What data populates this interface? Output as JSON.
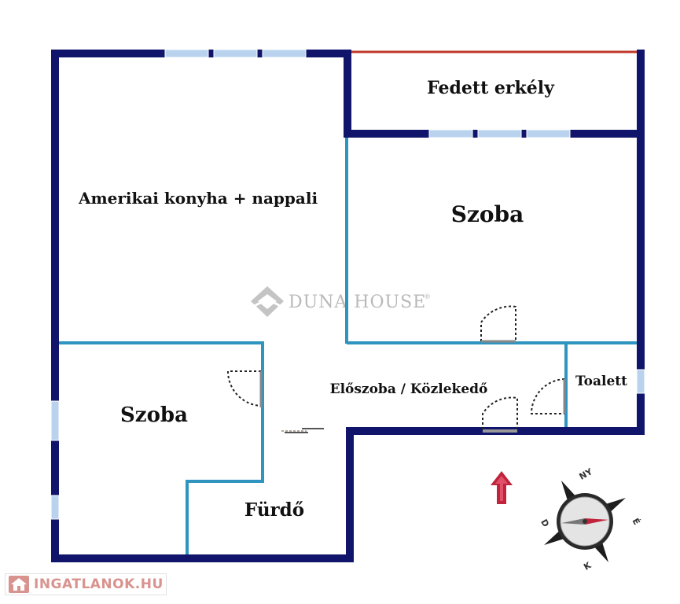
{
  "rooms": {
    "covered_balcony": "Fedett erkély",
    "kitchen_living": "Amerikai konyha + nappali",
    "bedroom_right": "Szoba",
    "bedroom_left": "Szoba",
    "hallway": "Előszoba / Közlekedő",
    "toilet": "Toalett",
    "bathroom": "Fürdő"
  },
  "watermark": {
    "brand": "DUNA HOUSE",
    "registered": "®"
  },
  "compass": {
    "north": "NY",
    "east": "É",
    "south": "K",
    "west": "D"
  },
  "site_badge": "INGATLANOK.HU",
  "colors": {
    "outer_wall": "#10146b",
    "inner_wall": "#2f95c0",
    "window": "#b9d3ee",
    "balcony_railing": "#c0392b",
    "entrance_arrow": "#c0233b",
    "badge_text": "#d9938f"
  }
}
